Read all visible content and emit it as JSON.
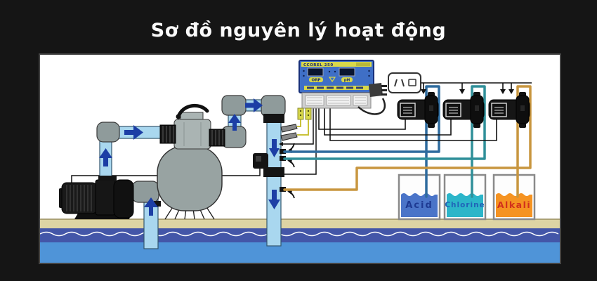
{
  "title": "Sơ đồ nguyên lý hoạt động",
  "controller": {
    "header": "CCOREL  250",
    "left_display_label": "ORP",
    "right_display_label": "pH"
  },
  "containers": [
    {
      "label": "Acid",
      "liquid_color": "#4a74c8",
      "label_color": "#1e3a92",
      "tube_color": "#2e6b9e"
    },
    {
      "label": "Chlorine",
      "liquid_color": "#2cb5c9",
      "label_color": "#2064b8",
      "tube_color": "#2f8f99"
    },
    {
      "label": "Alkali",
      "liquid_color": "#f59322",
      "label_color": "#d2301c",
      "tube_color": "#c8963f"
    }
  ],
  "colors": {
    "pipe": "#a9d7ef",
    "pipe_outline": "#33566e",
    "fitting_gray": "#8f9b9b",
    "flow_arrow": "#1c3ea5",
    "deck": "#ddd4a4",
    "water_dark": "#4356a8",
    "water_light": "#4f94d8",
    "controller_blue": "#3f6fc6",
    "accent_yellow": "#d8d84a"
  }
}
